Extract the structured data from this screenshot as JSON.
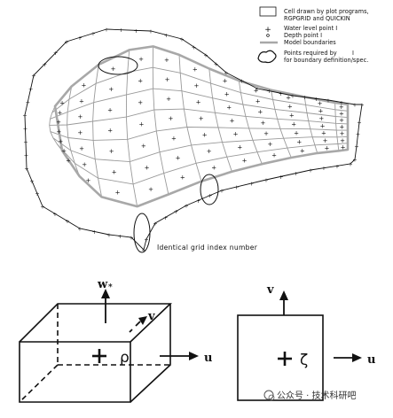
{
  "legend": {
    "cell_line1": "Cell drawn by plot programs,",
    "cell_line2": "RGPGRID and QUICKIN",
    "water_level": "Water level point I",
    "depth_point": "Depth point I",
    "model_boundaries": "Model boundaries",
    "points_line1": "Points required by",
    "points_line1_suffix": "I",
    "points_line2": "for boundary definition/spec."
  },
  "annotation": "Identical grid index number",
  "box3d": {
    "w_label": "w",
    "w_sub": "*",
    "v_label": "v",
    "rho_label": "ρ",
    "u_label": "u"
  },
  "box2d": {
    "v_label": "v",
    "zeta_label": "ζ",
    "u_label": "u"
  },
  "watermark": "公众号 · 技术科研吧",
  "colors": {
    "grid": "#9a9a9a",
    "boundary": "#a8a8a8",
    "ink": "#111111"
  }
}
